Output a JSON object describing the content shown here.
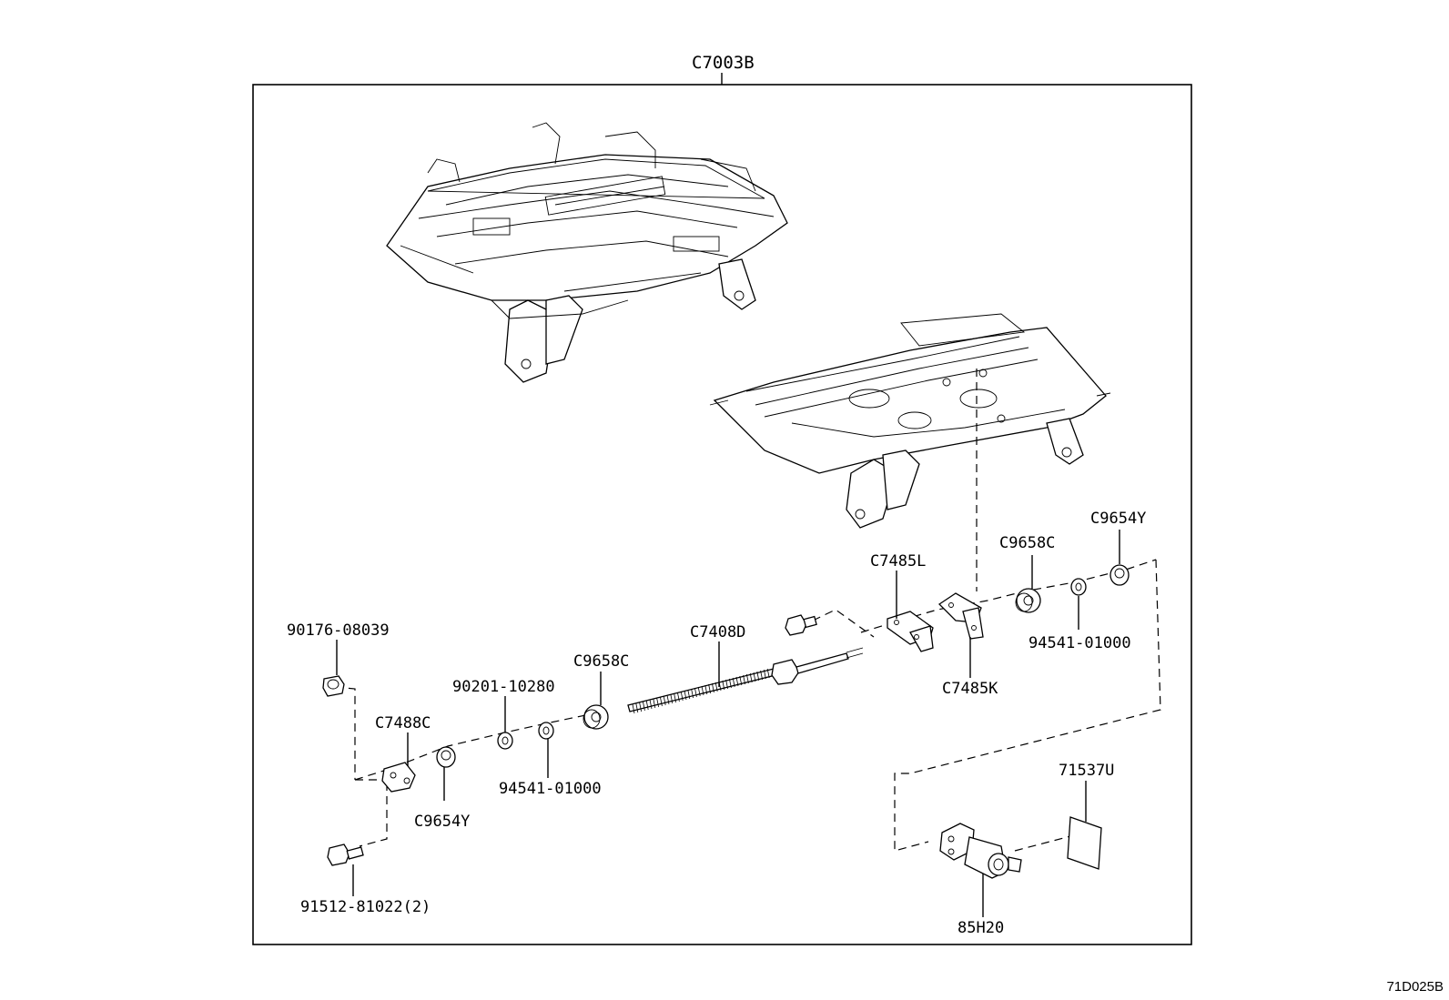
{
  "diagram": {
    "assembly_label": "C7003B",
    "corner_code": "71D025B",
    "labels": {
      "p90176": "90176-08039",
      "p90201": "90201-10280",
      "p9658c_left": "C9658C",
      "p7408d": "C7408D",
      "p7488c": "C7488C",
      "p94541_left": "94541-01000",
      "p9654y_left": "C9654Y",
      "p91512": "91512-81022(2)",
      "p7485l": "C7485L",
      "p7485k": "C7485K",
      "p9658c_right": "C9658C",
      "p9654y_right": "C9654Y",
      "p94541_right": "94541-01000",
      "p71537u": "71537U",
      "p85h20": "85H20"
    }
  }
}
